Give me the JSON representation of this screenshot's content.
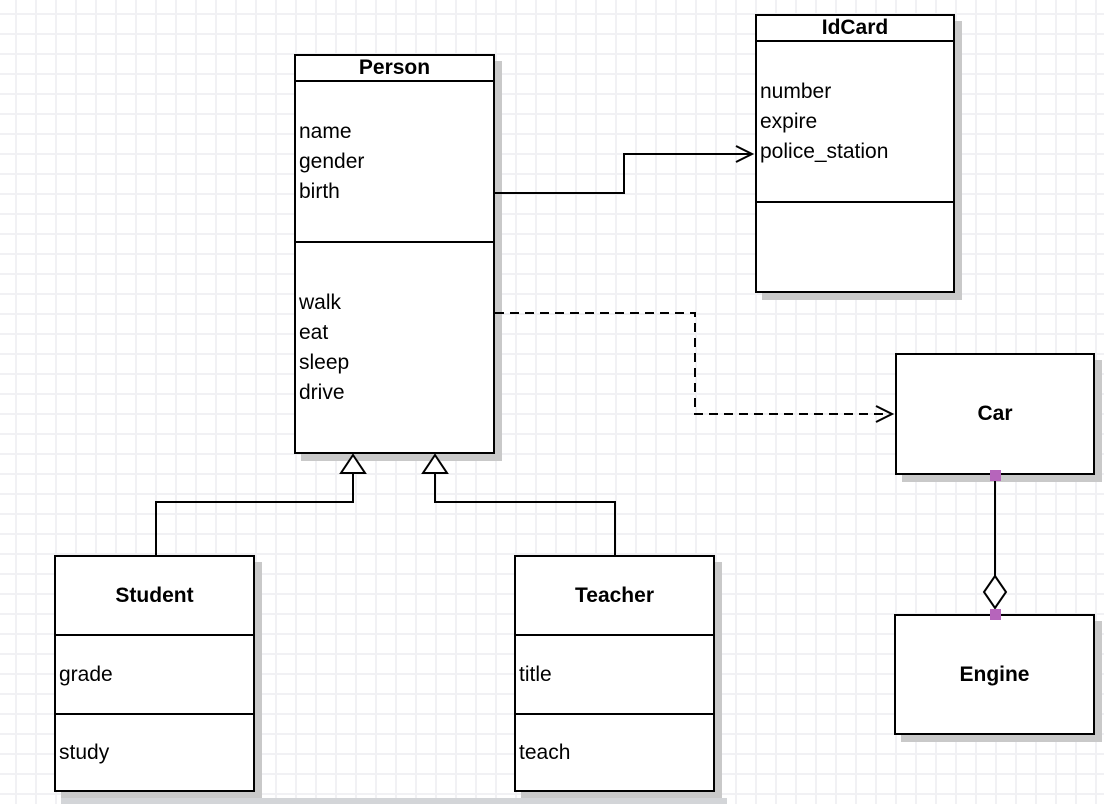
{
  "diagram": {
    "type": "uml-class-diagram",
    "colors": {
      "box_fill": "#ffffff",
      "box_border": "#000000",
      "box_shadow": "#c9c9c9",
      "grid_line": "#f1f1f4",
      "canvas_bg": "#ffffff",
      "selection_handle": "#b665bb"
    }
  },
  "classes": {
    "person": {
      "name": "Person",
      "attributes": [
        "name",
        "gender",
        "birth"
      ],
      "methods": [
        "walk",
        "eat",
        "sleep",
        "drive"
      ]
    },
    "idcard": {
      "name": "IdCard",
      "attributes": [
        "number",
        "expire",
        "police_station"
      ],
      "methods": []
    },
    "car": {
      "name": "Car",
      "attributes": [],
      "methods": []
    },
    "engine": {
      "name": "Engine",
      "attributes": [],
      "methods": []
    },
    "student": {
      "name": "Student",
      "attributes": [
        "grade"
      ],
      "methods": [
        "study"
      ]
    },
    "teacher": {
      "name": "Teacher",
      "attributes": [
        "title"
      ],
      "methods": [
        "teach"
      ]
    }
  },
  "relationships": [
    {
      "type": "association",
      "from": "Person",
      "to": "IdCard",
      "line": "solid",
      "arrow": "open"
    },
    {
      "type": "dependency",
      "from": "Person",
      "to": "Car",
      "line": "dashed",
      "arrow": "open"
    },
    {
      "type": "generalization",
      "from": "Student",
      "to": "Person",
      "line": "solid",
      "arrow": "hollow-triangle"
    },
    {
      "type": "generalization",
      "from": "Teacher",
      "to": "Person",
      "line": "solid",
      "arrow": "hollow-triangle"
    },
    {
      "type": "aggregation",
      "from": "Car",
      "to": "Engine",
      "line": "solid",
      "arrow": "hollow-diamond",
      "selected": true
    }
  ]
}
